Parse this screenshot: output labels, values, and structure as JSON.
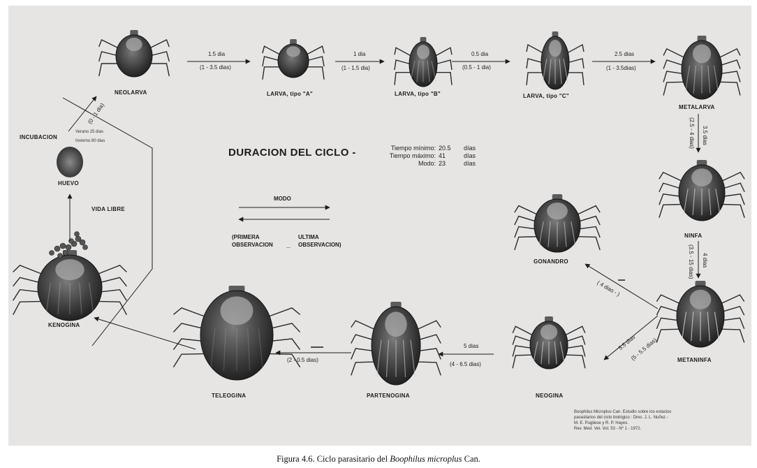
{
  "stages": {
    "neolarva": "NEOLARVA",
    "larva_a": "LARVA, tipo \"A\"",
    "larva_b": "LARVA, tipo \"B\"",
    "larva_c": "LARVA, tipo \"C\"",
    "metalarva": "METALARVA",
    "ninfa": "NINFA",
    "metaninfa": "METANINFA",
    "gonandro": "GONANDRO",
    "neogina": "NEOGINA",
    "partenogina": "PARTENOGINA",
    "teleogina": "TELEOGINA",
    "kenogina": "KENOGINA",
    "huevo": "HUEVO"
  },
  "durations": {
    "neolarva_to_larva_a": {
      "mode": "1.5 dia",
      "range": "(1 - 3.5 dias)"
    },
    "larva_a_to_larva_b": {
      "mode": "1 dia",
      "range": "(1 - 1.5 dia)"
    },
    "larva_b_to_larva_c": {
      "mode": "0.5 dia",
      "range": "(0.5 - 1 dia)"
    },
    "larva_c_to_metalarva": {
      "mode": "2.5 dias",
      "range": "(1 - 3.5dias)"
    },
    "metalarva_to_ninfa": {
      "mode": "3.5 dias",
      "range": "(2.5 - 4 dias)"
    },
    "ninfa_to_metaninfa": {
      "mode": "4 dias",
      "range": "(3.5 - 15 dias)"
    },
    "metaninfa_to_neogina": {
      "mode": "5.5 dias",
      "range": "(5 - 5.5 dias)"
    },
    "metaninfa_to_gonandro": {
      "mode": "",
      "range": "( 4 dias - )"
    },
    "neogina_to_partenogina": {
      "mode": "5 dias",
      "range": "(4 - 6.5 dias)"
    },
    "partenogina_to_teleogina": {
      "mode": "",
      "range": "(2 - 0.5 dias)"
    },
    "huevo_to_neolarva": {
      "mode": "",
      "range": "(0 - 1 dia)"
    }
  },
  "incubation": {
    "label": "INCUBACION",
    "summer": "Verano 25   dias",
    "winter": "Invierno 80 dias"
  },
  "vida_libre": "VIDA LIBRE",
  "cycle": {
    "title": "DURACION DEL CICLO -",
    "stats": [
      {
        "label": "Tiempo mínimo:",
        "value": "20.5",
        "unit": "días"
      },
      {
        "label": "Tiempo máximo:",
        "value": "41",
        "unit": "días"
      },
      {
        "label": "Modo:",
        "value": "23",
        "unit": "días"
      }
    ]
  },
  "legend": {
    "mode_label": "MODO",
    "left_line1": "(PRIMERA",
    "left_line2": "OBSERVACION",
    "separator": "_",
    "right_line1": "ULTIMA",
    "right_line2": "OBSERVACION)"
  },
  "reference": {
    "line1": "Boophilus Microplus Can. Estudio sobre los estacios",
    "line2": "parasitarios del ciclo biológico : Dres. J. L. Nuñez -",
    "line3": "M. E. Pugliese y R. P. Hayes.",
    "line4": "Rev. Med. Vet. Vol. 53 - Nº 1 - 1972."
  },
  "caption": {
    "prefix": "Figura 4.6. Ciclo parasitario del ",
    "species": "Boophilus microplus",
    "suffix": " Can."
  },
  "colors": {
    "page": "#ffffff",
    "scan": "#e7e5e3",
    "ink": "#1c1c1c",
    "tick_dark": "#2a2a2a",
    "tick_shell": "#5c5c5c"
  }
}
